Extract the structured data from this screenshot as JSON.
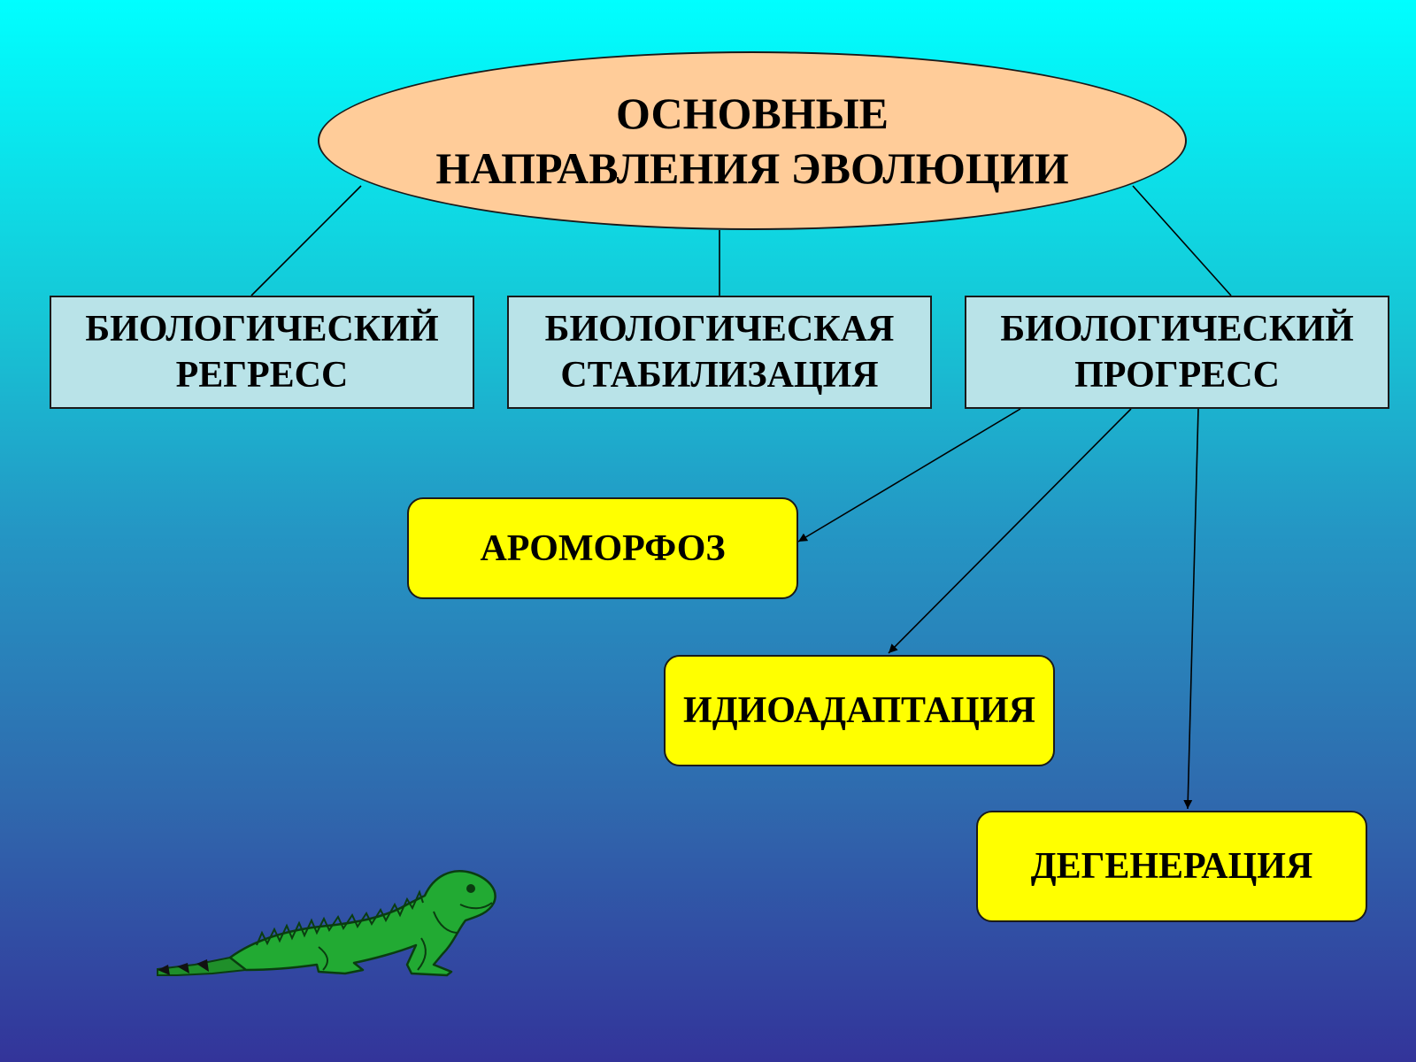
{
  "title": {
    "line1": "ОСНОВНЫЕ",
    "line2": "НАПРАВЛЕНИЯ ЭВОЛЮЦИИ"
  },
  "categories": [
    {
      "line1": "БИОЛОГИЧЕСКИЙ",
      "line2": "РЕГРЕСС"
    },
    {
      "line1": "БИОЛОГИЧЕСКАЯ",
      "line2": "СТАБИЛИЗАЦИЯ"
    },
    {
      "line1": "БИОЛОГИЧЕСКИЙ",
      "line2": "ПРОГРЕСС"
    }
  ],
  "progress_paths": [
    {
      "label": "АРОМОРФОЗ"
    },
    {
      "label": "ИДИОАДАПТАЦИЯ"
    },
    {
      "label": "ДЕГЕНЕРАЦИЯ"
    }
  ],
  "colors": {
    "ellipse_fill": "#ffcc99",
    "category_fill": "#b9e3e8",
    "path_fill": "#ffff00",
    "lizard": "#22aa33"
  },
  "icons": {
    "decoration": "lizard-icon"
  }
}
